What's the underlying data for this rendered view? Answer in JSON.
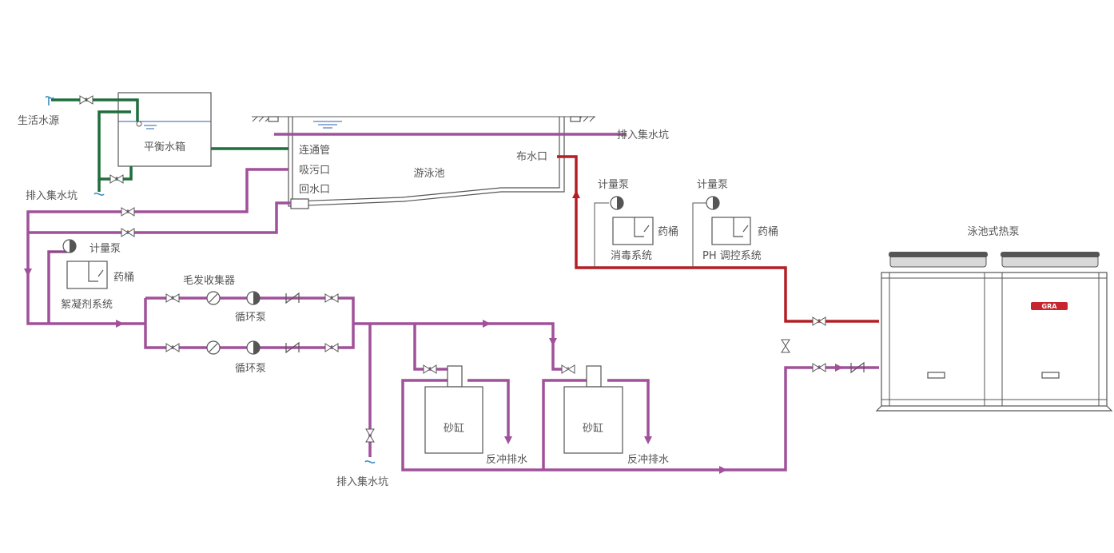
{
  "labels": {
    "water_source": "生活水源",
    "balance_tank": "平衡水箱",
    "drain_pit_top": "排入集水坑",
    "drain_pit_left": "排入集水坑",
    "drain_pit_bottom": "排入集水坑",
    "connecting_pipe": "连通管",
    "suction_outlet": "吸污口",
    "return_inlet": "回水口",
    "pool": "游泳池",
    "distribution_outlet": "布水口",
    "metering_pump_1": "计量泵",
    "metering_pump_2": "计量泵",
    "metering_pump_3": "计量泵",
    "chemical_tank_1": "药桶",
    "chemical_tank_2": "药桶",
    "chemical_tank_3": "药桶",
    "disinfection_system": "消毒系统",
    "ph_control_system": "PH 调控系统",
    "flocculant_system": "絮凝剂系统",
    "hair_collector": "毛发收集器",
    "circulation_pump_1": "循环泵",
    "circulation_pump_2": "循环泵",
    "sand_filter_1": "砂缸",
    "sand_filter_2": "砂缸",
    "backwash_1": "反冲排水",
    "backwash_2": "反冲排水",
    "heat_pump": "泳池式热泵"
  },
  "colors": {
    "supply_pipe": "#1f6e3c",
    "circulation_pipe": "#a0519a",
    "hot_water_pipe": "#b31f24",
    "outline": "#555555",
    "water_surface": "#2c5fa8"
  },
  "icons": {
    "water_source": "water-tap-icon",
    "valve": "gate-valve-icon",
    "pump": "pump-icon",
    "check_valve": "check-valve-icon",
    "hair_collector": "strainer-icon"
  }
}
